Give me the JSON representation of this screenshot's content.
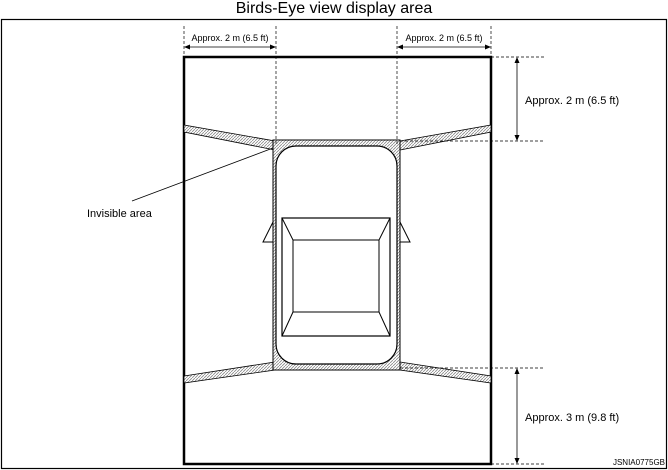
{
  "title": "Birds-Eye view display area",
  "dimensions": {
    "top_left_width": "Approx. 2 m (6.5 ft)",
    "top_right_width": "Approx. 2 m (6.5 ft)",
    "front_distance": "Approx. 2 m (6.5 ft)",
    "rear_distance": "Approx. 3 m (9.8 ft)"
  },
  "callout": "Invisible area",
  "figure_code": "JSNIA0775GB",
  "colors": {
    "line": "#000000",
    "hatch": "#9a9a9a",
    "background": "#ffffff"
  }
}
